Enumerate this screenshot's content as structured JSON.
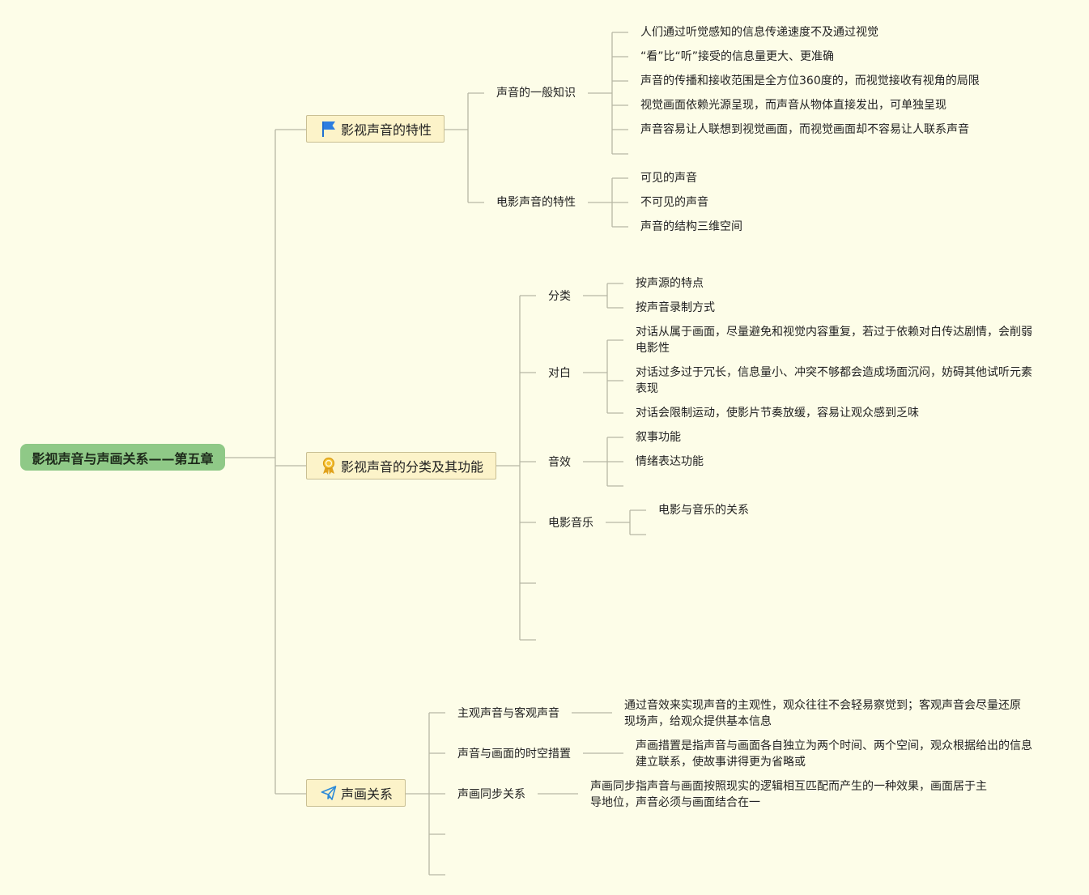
{
  "root": {
    "label": "影视声音与声画关系——第五章"
  },
  "branches": [
    {
      "label": "影视声音的特性",
      "icon": "flag-icon",
      "children": [
        {
          "label": "声音的一般知识",
          "items": [
            "人们通过听觉感知的信息传递速度不及通过视觉",
            "“看”比“听”接受的信息量更大、更准确",
            "声音的传播和接收范围是全方位360度的，而视觉接收有视角的局限",
            "视觉画面依赖光源呈现，而声音从物体直接发出，可单独呈现",
            "声音容易让人联想到视觉画面，而视觉画面却不容易让人联系声音"
          ]
        },
        {
          "label": "电影声音的特性",
          "items": [
            "可见的声音",
            "不可见的声音",
            "声音的结构三维空间"
          ]
        }
      ]
    },
    {
      "label": "影视声音的分类及其功能",
      "icon": "award-ribbon-icon",
      "children": [
        {
          "label": "分类",
          "items": [
            "按声源的特点",
            "按声音录制方式"
          ]
        },
        {
          "label": "对白",
          "items": [
            "对话从属于画面，尽量避免和视觉内容重复，若过于依赖对白传达剧情，会削弱电影性",
            "对话过多过于冗长，信息量小、冲突不够都会造成场面沉闷，妨碍其他试听元素表现",
            "对话会限制运动，使影片节奏放缓，容易让观众感到乏味"
          ]
        },
        {
          "label": "音效",
          "items": [
            "叙事功能",
            "情绪表达功能"
          ]
        },
        {
          "label": "电影音乐",
          "items": [
            "电影与音乐的关系"
          ]
        }
      ]
    },
    {
      "label": "声画关系",
      "icon": "paper-plane-icon",
      "children": [
        {
          "label": "主观声音与客观声音",
          "items": [
            "通过音效来实现声音的主观性，观众往往不会轻易察觉到；客观声音会尽量还原现场声，给观众提供基本信息"
          ]
        },
        {
          "label": "声音与画面的时空措置",
          "items": [
            "声画措置是指声音与画面各自独立为两个时间、两个空间，观众根据给出的信息建立联系，使故事讲得更为省略或"
          ]
        },
        {
          "label": "声画同步关系",
          "items": [
            "声画同步指声音与画面按照现实的逻辑相互匹配而产生的一种效果，画面居于主导地位，声音必须与画面结合在一"
          ]
        }
      ]
    }
  ],
  "colors": {
    "background": "#fdfde8",
    "root_fill": "#8fc987",
    "topic_fill": "#fcf3c9",
    "line": "#b7b7a4"
  }
}
